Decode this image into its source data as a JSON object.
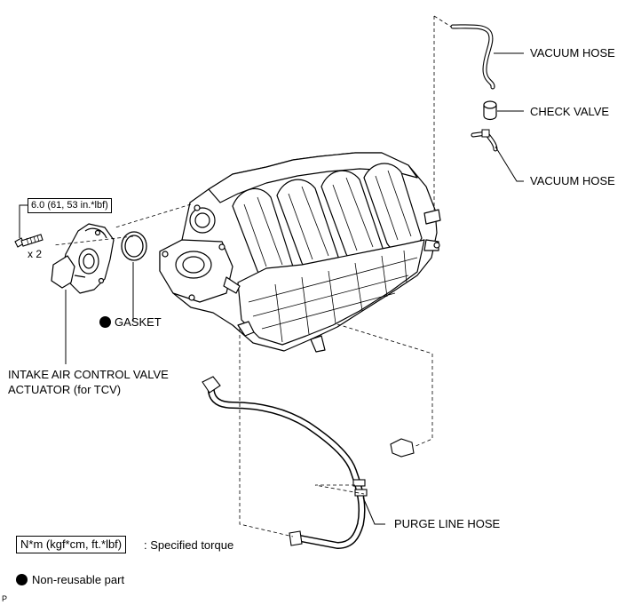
{
  "labels": {
    "vacuum_hose_top": "VACUUM HOSE",
    "check_valve": "CHECK VALVE",
    "vacuum_hose_bottom": "VACUUM HOSE",
    "torque_value": "6.0 (61, 53 in.*lbf)",
    "bolt_qty": "x 2",
    "gasket": "GASKET",
    "actuator_line1": "INTAKE AIR CONTROL VALVE",
    "actuator_line2": "ACTUATOR (for TCV)",
    "purge_line_hose": "PURGE LINE HOSE"
  },
  "legend": {
    "torque_unit": "N*m (kgf*cm, ft.*lbf)",
    "torque_desc": ": Specified torque",
    "nonreusable": "Non-reusable part"
  },
  "corner_mark": "P"
}
